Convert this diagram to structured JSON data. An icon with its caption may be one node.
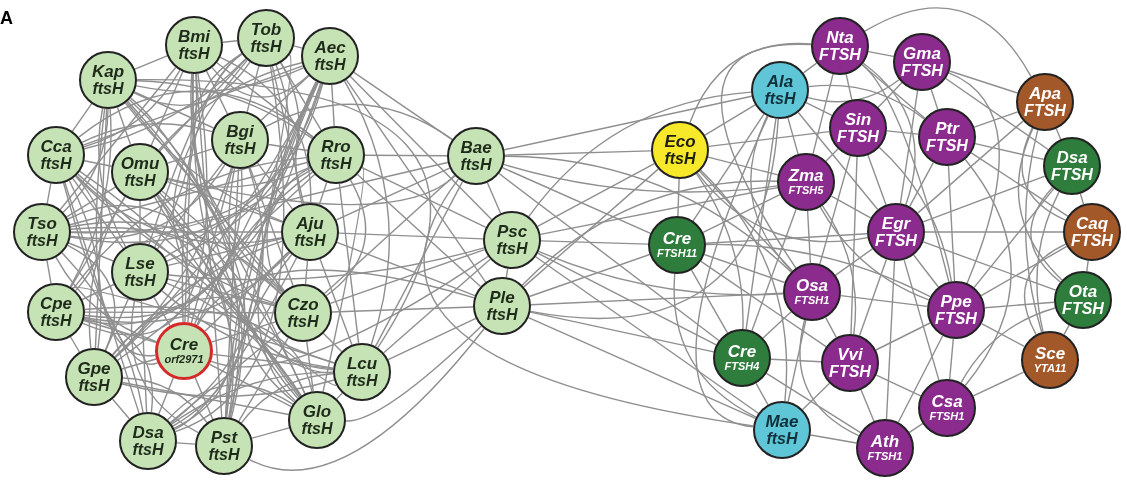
{
  "diagram": {
    "nodes": [
      {
        "text": [
          "Bmi",
          "ftsH"
        ]
      },
      {
        "text": [
          "Tob",
          "ftsH"
        ]
      },
      {
        "text": [
          "Aec",
          "ftsH"
        ]
      },
      {
        "text": [
          "Kap",
          "ftsH"
        ]
      },
      {
        "text": [
          "Bgi",
          "ftsH"
        ]
      },
      {
        "text": [
          "Rro",
          "ftsH"
        ]
      },
      {
        "text": [
          "Cca",
          "ftsH"
        ]
      },
      {
        "text": [
          "Omu",
          "ftsH"
        ]
      },
      {
        "text": [
          "Tso",
          "ftsH"
        ]
      },
      {
        "text": [
          "Aju",
          "ftsH"
        ]
      },
      {
        "text": [
          "Lse",
          "ftsH"
        ]
      },
      {
        "text": [
          "Cpe",
          "ftsH"
        ]
      },
      {
        "text": [
          "Czo",
          "ftsH"
        ]
      },
      {
        "text": [
          "Cre",
          "orf2971"
        ]
      },
      {
        "text": [
          "Lcu",
          "ftsH"
        ]
      },
      {
        "text": [
          "Gpe",
          "ftsH"
        ]
      },
      {
        "text": [
          "Glo",
          "ftsH"
        ]
      },
      {
        "text": [
          "Dsa",
          "ftsH"
        ]
      },
      {
        "text": [
          "Pst",
          "ftsH"
        ]
      },
      {
        "text": [
          "Bae",
          "ftsH"
        ]
      },
      {
        "text": [
          "Psc",
          "ftsH"
        ]
      },
      {
        "text": [
          "Ple",
          "ftsH"
        ]
      },
      {
        "text": [
          "Eco",
          "ftsH"
        ]
      },
      {
        "text": [
          "Cre",
          "FTSH11"
        ]
      },
      {
        "text": [
          "Ala",
          "ftsH"
        ]
      },
      {
        "text": [
          "Nta",
          "FTSH"
        ]
      },
      {
        "text": [
          "Gma",
          "FTSH"
        ]
      },
      {
        "text": [
          "Sin",
          "FTSH"
        ]
      },
      {
        "text": [
          "Ptr",
          "FTSH"
        ]
      },
      {
        "text": [
          "Apa",
          "FTSH"
        ]
      },
      {
        "text": [
          "Zma",
          "FTSH5"
        ]
      },
      {
        "text": [
          "Dsa",
          "FTSH"
        ]
      },
      {
        "text": [
          "Egr",
          "FTSH"
        ]
      },
      {
        "text": [
          "Caq",
          "FTSH"
        ]
      },
      {
        "text": [
          "Osa",
          "FTSH1"
        ]
      },
      {
        "text": [
          "Ota",
          "FTSH"
        ]
      },
      {
        "text": [
          "Ppe",
          "FTSH"
        ]
      },
      {
        "text": [
          "Cre",
          "FTSH4"
        ]
      },
      {
        "text": [
          "Vvi",
          "FTSH"
        ]
      },
      {
        "text": [
          "Sce",
          "YTA11"
        ]
      },
      {
        "text": [
          "Mae",
          "ftsH"
        ]
      },
      {
        "text": [
          "Csa",
          "FTSH1"
        ]
      },
      {
        "text": [
          "Ath",
          "FTSH1"
        ]
      }
    ],
    "edges": [
      {
        "from": 0,
        "to": 1,
        "arrow": "none"
      },
      {
        "from": 0,
        "to": 2,
        "arrow": "none"
      },
      {
        "from": 0,
        "to": 3,
        "arrow": "none"
      },
      {
        "from": 0,
        "to": 4,
        "arrow": "none"
      },
      {
        "from": 0,
        "to": 5,
        "arrow": "none"
      },
      {
        "from": 0,
        "to": 6,
        "arrow": "none"
      },
      {
        "from": 0,
        "to": 7,
        "arrow": "none"
      },
      {
        "from": 0,
        "to": 8,
        "arrow": "none"
      },
      {
        "from": 0,
        "to": 9,
        "arrow": "none"
      },
      {
        "from": 0,
        "to": 10,
        "arrow": "none"
      },
      {
        "from": 0,
        "to": 11,
        "arrow": "none"
      },
      {
        "from": 0,
        "to": 12,
        "arrow": "none"
      },
      {
        "from": 0,
        "to": 13,
        "arrow": "none"
      },
      {
        "from": 0,
        "to": 14,
        "arrow": "none"
      },
      {
        "from": 0,
        "to": 16,
        "arrow": "none"
      },
      {
        "from": 0,
        "to": 18,
        "arrow": "none"
      },
      {
        "from": 1,
        "to": 2,
        "arrow": "none"
      },
      {
        "from": 1,
        "to": 3,
        "arrow": "none"
      },
      {
        "from": 1,
        "to": 4,
        "arrow": "none"
      },
      {
        "from": 1,
        "to": 5,
        "arrow": "none"
      },
      {
        "from": 1,
        "to": 6,
        "arrow": "none"
      },
      {
        "from": 1,
        "to": 7,
        "arrow": "none"
      },
      {
        "from": 1,
        "to": 8,
        "arrow": "none"
      },
      {
        "from": 1,
        "to": 9,
        "arrow": "none"
      },
      {
        "from": 1,
        "to": 10,
        "arrow": "none"
      },
      {
        "from": 1,
        "to": 12,
        "arrow": "none"
      },
      {
        "from": 1,
        "to": 13,
        "arrow": "none"
      },
      {
        "from": 1,
        "to": 14,
        "arrow": "none"
      },
      {
        "from": 1,
        "to": 15,
        "arrow": "none"
      },
      {
        "from": 1,
        "to": 17,
        "arrow": "none"
      },
      {
        "from": 1,
        "to": 18,
        "arrow": "none"
      },
      {
        "from": 2,
        "to": 3,
        "arrow": "none"
      },
      {
        "from": 2,
        "to": 4,
        "arrow": "none"
      },
      {
        "from": 2,
        "to": 5,
        "arrow": "none"
      },
      {
        "from": 2,
        "to": 6,
        "arrow": "none"
      },
      {
        "from": 2,
        "to": 7,
        "arrow": "none"
      },
      {
        "from": 2,
        "to": 8,
        "arrow": "none"
      },
      {
        "from": 2,
        "to": 9,
        "arrow": "none"
      },
      {
        "from": 2,
        "to": 10,
        "arrow": "none"
      },
      {
        "from": 2,
        "to": 11,
        "arrow": "none"
      },
      {
        "from": 2,
        "to": 12,
        "arrow": "none"
      },
      {
        "from": 2,
        "to": 13,
        "arrow": "none"
      },
      {
        "from": 2,
        "to": 14,
        "arrow": "none"
      },
      {
        "from": 2,
        "to": 15,
        "arrow": "none"
      },
      {
        "from": 2,
        "to": 16,
        "arrow": "none"
      },
      {
        "from": 2,
        "to": 18,
        "arrow": "none"
      },
      {
        "from": 3,
        "to": 4,
        "arrow": "none"
      },
      {
        "from": 3,
        "to": 5,
        "arrow": "none"
      },
      {
        "from": 3,
        "to": 6,
        "arrow": "none"
      },
      {
        "from": 3,
        "to": 7,
        "arrow": "none"
      },
      {
        "from": 3,
        "to": 8,
        "arrow": "none"
      },
      {
        "from": 3,
        "to": 9,
        "arrow": "none"
      },
      {
        "from": 3,
        "to": 10,
        "arrow": "none"
      },
      {
        "from": 3,
        "to": 11,
        "arrow": "none"
      },
      {
        "from": 3,
        "to": 12,
        "arrow": "none"
      },
      {
        "from": 3,
        "to": 13,
        "arrow": "none"
      },
      {
        "from": 3,
        "to": 14,
        "arrow": "none"
      },
      {
        "from": 3,
        "to": 15,
        "arrow": "none"
      },
      {
        "from": 3,
        "to": 16,
        "arrow": "none"
      },
      {
        "from": 3,
        "to": 17,
        "arrow": "none"
      },
      {
        "from": 3,
        "to": 18,
        "arrow": "none"
      },
      {
        "from": 4,
        "to": 5,
        "arrow": "none"
      },
      {
        "from": 4,
        "to": 6,
        "arrow": "none"
      },
      {
        "from": 4,
        "to": 7,
        "arrow": "none"
      },
      {
        "from": 4,
        "to": 8,
        "arrow": "none"
      },
      {
        "from": 4,
        "to": 9,
        "arrow": "none"
      },
      {
        "from": 4,
        "to": 10,
        "arrow": "none"
      },
      {
        "from": 4,
        "to": 11,
        "arrow": "none"
      },
      {
        "from": 4,
        "to": 12,
        "arrow": "none"
      },
      {
        "from": 4,
        "to": 13,
        "arrow": "none"
      },
      {
        "from": 4,
        "to": 15,
        "arrow": "none"
      },
      {
        "from": 4,
        "to": 16,
        "arrow": "none"
      },
      {
        "from": 4,
        "to": 17,
        "arrow": "none"
      },
      {
        "from": 4,
        "to": 18,
        "arrow": "none"
      },
      {
        "from": 5,
        "to": 6,
        "arrow": "none"
      },
      {
        "from": 5,
        "to": 7,
        "arrow": "none"
      },
      {
        "from": 5,
        "to": 8,
        "arrow": "none"
      },
      {
        "from": 5,
        "to": 9,
        "arrow": "none"
      },
      {
        "from": 5,
        "to": 10,
        "arrow": "none"
      },
      {
        "from": 5,
        "to": 11,
        "arrow": "none"
      },
      {
        "from": 5,
        "to": 12,
        "arrow": "none"
      },
      {
        "from": 5,
        "to": 13,
        "arrow": "none"
      },
      {
        "from": 5,
        "to": 14,
        "arrow": "none"
      },
      {
        "from": 5,
        "to": 15,
        "arrow": "none"
      },
      {
        "from": 5,
        "to": 16,
        "arrow": "none"
      },
      {
        "from": 5,
        "to": 18,
        "arrow": "none"
      },
      {
        "from": 6,
        "to": 7,
        "arrow": "none"
      },
      {
        "from": 6,
        "to": 8,
        "arrow": "none"
      },
      {
        "from": 6,
        "to": 9,
        "arrow": "none"
      },
      {
        "from": 6,
        "to": 10,
        "arrow": "none"
      },
      {
        "from": 6,
        "to": 11,
        "arrow": "none"
      },
      {
        "from": 6,
        "to": 12,
        "arrow": "none"
      },
      {
        "from": 6,
        "to": 13,
        "arrow": "none"
      },
      {
        "from": 6,
        "to": 14,
        "arrow": "none"
      },
      {
        "from": 6,
        "to": 15,
        "arrow": "none"
      },
      {
        "from": 6,
        "to": 16,
        "arrow": "none"
      },
      {
        "from": 6,
        "to": 17,
        "arrow": "none"
      },
      {
        "from": 7,
        "to": 8,
        "arrow": "none"
      },
      {
        "from": 7,
        "to": 9,
        "arrow": "none"
      },
      {
        "from": 7,
        "to": 10,
        "arrow": "none"
      },
      {
        "from": 7,
        "to": 11,
        "arrow": "none"
      },
      {
        "from": 7,
        "to": 12,
        "arrow": "none"
      },
      {
        "from": 7,
        "to": 13,
        "arrow": "none"
      },
      {
        "from": 7,
        "to": 14,
        "arrow": "none"
      },
      {
        "from": 7,
        "to": 15,
        "arrow": "none"
      },
      {
        "from": 7,
        "to": 16,
        "arrow": "none"
      },
      {
        "from": 7,
        "to": 17,
        "arrow": "none"
      },
      {
        "from": 7,
        "to": 18,
        "arrow": "none"
      },
      {
        "from": 8,
        "to": 9,
        "arrow": "none"
      },
      {
        "from": 8,
        "to": 10,
        "arrow": "none"
      },
      {
        "from": 8,
        "to": 11,
        "arrow": "none"
      },
      {
        "from": 8,
        "to": 12,
        "arrow": "none"
      },
      {
        "from": 8,
        "to": 13,
        "arrow": "none"
      },
      {
        "from": 8,
        "to": 15,
        "arrow": "none"
      },
      {
        "from": 8,
        "to": 16,
        "arrow": "none"
      },
      {
        "from": 8,
        "to": 17,
        "arrow": "none"
      },
      {
        "from": 8,
        "to": 18,
        "arrow": "none"
      },
      {
        "from": 9,
        "to": 10,
        "arrow": "none"
      },
      {
        "from": 9,
        "to": 11,
        "arrow": "none"
      },
      {
        "from": 9,
        "to": 12,
        "arrow": "none"
      },
      {
        "from": 9,
        "to": 13,
        "arrow": "none"
      },
      {
        "from": 9,
        "to": 14,
        "arrow": "none"
      },
      {
        "from": 9,
        "to": 15,
        "arrow": "none"
      },
      {
        "from": 9,
        "to": 16,
        "arrow": "none"
      },
      {
        "from": 9,
        "to": 17,
        "arrow": "none"
      },
      {
        "from": 9,
        "to": 18,
        "arrow": "none"
      },
      {
        "from": 10,
        "to": 11,
        "arrow": "none"
      },
      {
        "from": 10,
        "to": 12,
        "arrow": "none"
      },
      {
        "from": 10,
        "to": 13,
        "arrow": "none"
      },
      {
        "from": 10,
        "to": 14,
        "arrow": "none"
      },
      {
        "from": 10,
        "to": 15,
        "arrow": "none"
      },
      {
        "from": 10,
        "to": 16,
        "arrow": "none"
      },
      {
        "from": 10,
        "to": 17,
        "arrow": "none"
      },
      {
        "from": 10,
        "to": 18,
        "arrow": "none"
      },
      {
        "from": 11,
        "to": 12,
        "arrow": "none"
      },
      {
        "from": 11,
        "to": 13,
        "arrow": "none"
      },
      {
        "from": 11,
        "to": 14,
        "arrow": "none"
      },
      {
        "from": 11,
        "to": 15,
        "arrow": "none"
      },
      {
        "from": 11,
        "to": 16,
        "arrow": "none"
      },
      {
        "from": 11,
        "to": 17,
        "arrow": "none"
      },
      {
        "from": 12,
        "to": 13,
        "arrow": "none"
      },
      {
        "from": 12,
        "to": 14,
        "arrow": "none"
      },
      {
        "from": 12,
        "to": 15,
        "arrow": "none"
      },
      {
        "from": 12,
        "to": 16,
        "arrow": "none"
      },
      {
        "from": 12,
        "to": 17,
        "arrow": "none"
      },
      {
        "from": 12,
        "to": 18,
        "arrow": "none"
      },
      {
        "from": 13,
        "to": 14,
        "arrow": "none"
      },
      {
        "from": 13,
        "to": 15,
        "arrow": "none"
      },
      {
        "from": 13,
        "to": 16,
        "arrow": "none"
      },
      {
        "from": 13,
        "to": 17,
        "arrow": "none"
      },
      {
        "from": 13,
        "to": 18,
        "arrow": "none"
      },
      {
        "from": 14,
        "to": 15,
        "arrow": "none"
      },
      {
        "from": 14,
        "to": 16,
        "arrow": "none"
      },
      {
        "from": 14,
        "to": 17,
        "arrow": "none"
      },
      {
        "from": 14,
        "to": 18,
        "arrow": "none"
      },
      {
        "from": 15,
        "to": 16,
        "arrow": "none"
      },
      {
        "from": 15,
        "to": 17,
        "arrow": "none"
      },
      {
        "from": 15,
        "to": 18,
        "arrow": "none"
      },
      {
        "from": 16,
        "to": 17,
        "arrow": "none"
      },
      {
        "from": 16,
        "to": 18,
        "arrow": "none"
      },
      {
        "from": 17,
        "to": 18,
        "arrow": "none"
      },
      {
        "from": 2,
        "to": 19,
        "arrow": "none"
      },
      {
        "from": 5,
        "to": 19,
        "arrow": "none"
      },
      {
        "from": 9,
        "to": 19,
        "arrow": "none"
      },
      {
        "from": 12,
        "to": 19,
        "arrow": "none"
      },
      {
        "from": 14,
        "to": 19,
        "arrow": "none"
      },
      {
        "from": 4,
        "to": 19,
        "arrow": "none"
      },
      {
        "from": 7,
        "to": 19,
        "arrow": "none"
      },
      {
        "from": 10,
        "to": 19,
        "arrow": "none"
      },
      {
        "from": 2,
        "to": 20,
        "arrow": "none"
      },
      {
        "from": 5,
        "to": 20,
        "arrow": "none"
      },
      {
        "from": 9,
        "to": 20,
        "arrow": "none"
      },
      {
        "from": 12,
        "to": 20,
        "arrow": "none"
      },
      {
        "from": 14,
        "to": 20,
        "arrow": "none"
      },
      {
        "from": 13,
        "to": 20,
        "arrow": "none"
      },
      {
        "from": 10,
        "to": 20,
        "arrow": "none"
      },
      {
        "from": 2,
        "to": 21,
        "arrow": "none"
      },
      {
        "from": 5,
        "to": 21,
        "arrow": "none"
      },
      {
        "from": 9,
        "to": 21,
        "arrow": "none"
      },
      {
        "from": 12,
        "to": 21,
        "arrow": "none"
      },
      {
        "from": 14,
        "to": 21,
        "arrow": "none"
      },
      {
        "from": 16,
        "to": 21,
        "arrow": "none"
      },
      {
        "from": 13,
        "to": 21,
        "arrow": "none"
      },
      {
        "from": 18,
        "to": 21,
        "arrow": "none"
      },
      {
        "from": 19,
        "to": 20,
        "arrow": "none"
      },
      {
        "from": 20,
        "to": 21,
        "arrow": "none"
      },
      {
        "from": 19,
        "to": 22,
        "arrow": "none"
      },
      {
        "from": 19,
        "to": 23,
        "arrow": "none"
      },
      {
        "from": 19,
        "to": 24,
        "arrow": "none"
      },
      {
        "from": 19,
        "to": 30,
        "arrow": "none"
      },
      {
        "from": 19,
        "to": 34,
        "arrow": "none"
      },
      {
        "from": 19,
        "to": 37,
        "arrow": "none"
      },
      {
        "from": 19,
        "to": 40,
        "arrow": "none"
      },
      {
        "from": 20,
        "to": 22,
        "arrow": "none"
      },
      {
        "from": 20,
        "to": 23,
        "arrow": "none"
      },
      {
        "from": 20,
        "to": 24,
        "arrow": "none"
      },
      {
        "from": 20,
        "to": 30,
        "arrow": "none"
      },
      {
        "from": 20,
        "to": 34,
        "arrow": "none"
      },
      {
        "from": 20,
        "to": 37,
        "arrow": "none"
      },
      {
        "from": 20,
        "to": 40,
        "arrow": "none"
      },
      {
        "from": 21,
        "to": 22,
        "arrow": "none"
      },
      {
        "from": 21,
        "to": 23,
        "arrow": "none"
      },
      {
        "from": 21,
        "to": 24,
        "arrow": "none"
      },
      {
        "from": 21,
        "to": 30,
        "arrow": "none"
      },
      {
        "from": 21,
        "to": 34,
        "arrow": "none"
      },
      {
        "from": 21,
        "to": 37,
        "arrow": "none"
      },
      {
        "from": 21,
        "to": 40,
        "arrow": "none"
      },
      {
        "from": 22,
        "to": 23,
        "arrow": "none"
      },
      {
        "from": 22,
        "to": 24,
        "arrow": "none"
      },
      {
        "from": 22,
        "to": 25,
        "arrow": "none"
      },
      {
        "from": 22,
        "to": 27,
        "arrow": "none"
      },
      {
        "from": 22,
        "to": 30,
        "arrow": "none"
      },
      {
        "from": 22,
        "to": 32,
        "arrow": "none"
      },
      {
        "from": 22,
        "to": 34,
        "arrow": "none"
      },
      {
        "from": 22,
        "to": 37,
        "arrow": "none"
      },
      {
        "from": 22,
        "to": 40,
        "arrow": "none"
      },
      {
        "from": 23,
        "to": 24,
        "arrow": "none"
      },
      {
        "from": 23,
        "to": 30,
        "arrow": "none"
      },
      {
        "from": 23,
        "to": 32,
        "arrow": "none"
      },
      {
        "from": 23,
        "to": 34,
        "arrow": "none"
      },
      {
        "from": 23,
        "to": 36,
        "arrow": "none"
      },
      {
        "from": 23,
        "to": 37,
        "arrow": "none"
      },
      {
        "from": 23,
        "to": 38,
        "arrow": "none"
      },
      {
        "from": 23,
        "to": 40,
        "arrow": "none"
      },
      {
        "from": 24,
        "to": 25,
        "arrow": "none"
      },
      {
        "from": 24,
        "to": 26,
        "arrow": "none"
      },
      {
        "from": 24,
        "to": 27,
        "arrow": "none"
      },
      {
        "from": 24,
        "to": 28,
        "arrow": "none"
      },
      {
        "from": 24,
        "to": 30,
        "arrow": "none"
      },
      {
        "from": 24,
        "to": 32,
        "arrow": "none"
      },
      {
        "from": 24,
        "to": 34,
        "arrow": "none"
      },
      {
        "from": 24,
        "to": 37,
        "arrow": "none"
      },
      {
        "from": 24,
        "to": 40,
        "arrow": "none"
      },
      {
        "from": 25,
        "to": 26,
        "arrow": "none"
      },
      {
        "from": 25,
        "to": 27,
        "arrow": "none"
      },
      {
        "from": 25,
        "to": 28,
        "arrow": "none"
      },
      {
        "from": 25,
        "to": 29,
        "arrow": "none"
      },
      {
        "from": 25,
        "to": 30,
        "arrow": "none"
      },
      {
        "from": 25,
        "to": 32,
        "arrow": "none"
      },
      {
        "from": 25,
        "to": 34,
        "arrow": "none"
      },
      {
        "from": 25,
        "to": 36,
        "arrow": "none"
      },
      {
        "from": 26,
        "to": 27,
        "arrow": "none"
      },
      {
        "from": 26,
        "to": 28,
        "arrow": "none"
      },
      {
        "from": 26,
        "to": 29,
        "arrow": "none"
      },
      {
        "from": 26,
        "to": 31,
        "arrow": "none"
      },
      {
        "from": 26,
        "to": 32,
        "arrow": "none"
      },
      {
        "from": 26,
        "to": 36,
        "arrow": "none"
      },
      {
        "from": 27,
        "to": 28,
        "arrow": "none"
      },
      {
        "from": 27,
        "to": 30,
        "arrow": "none"
      },
      {
        "from": 27,
        "to": 32,
        "arrow": "none"
      },
      {
        "from": 27,
        "to": 34,
        "arrow": "none"
      },
      {
        "from": 27,
        "to": 36,
        "arrow": "none"
      },
      {
        "from": 27,
        "to": 38,
        "arrow": "none"
      },
      {
        "from": 28,
        "to": 29,
        "arrow": "none"
      },
      {
        "from": 28,
        "to": 31,
        "arrow": "none"
      },
      {
        "from": 28,
        "to": 32,
        "arrow": "none"
      },
      {
        "from": 28,
        "to": 33,
        "arrow": "none"
      },
      {
        "from": 28,
        "to": 36,
        "arrow": "none"
      },
      {
        "from": 28,
        "to": 41,
        "arrow": "none"
      },
      {
        "from": 29,
        "to": 31,
        "arrow": "none"
      },
      {
        "from": 29,
        "to": 32,
        "arrow": "none"
      },
      {
        "from": 29,
        "to": 33,
        "arrow": "none"
      },
      {
        "from": 29,
        "to": 35,
        "arrow": "none"
      },
      {
        "from": 29,
        "to": 39,
        "arrow": "none"
      },
      {
        "from": 30,
        "to": 32,
        "arrow": "none"
      },
      {
        "from": 30,
        "to": 34,
        "arrow": "none"
      },
      {
        "from": 30,
        "to": 36,
        "arrow": "none"
      },
      {
        "from": 30,
        "to": 37,
        "arrow": "none"
      },
      {
        "from": 30,
        "to": 38,
        "arrow": "none"
      },
      {
        "from": 31,
        "to": 32,
        "arrow": "none"
      },
      {
        "from": 31,
        "to": 33,
        "arrow": "none"
      },
      {
        "from": 31,
        "to": 35,
        "arrow": "none"
      },
      {
        "from": 31,
        "to": 36,
        "arrow": "none"
      },
      {
        "from": 31,
        "to": 39,
        "arrow": "none"
      },
      {
        "from": 32,
        "to": 33,
        "arrow": "none"
      },
      {
        "from": 32,
        "to": 34,
        "arrow": "none"
      },
      {
        "from": 32,
        "to": 35,
        "arrow": "none"
      },
      {
        "from": 32,
        "to": 36,
        "arrow": "none"
      },
      {
        "from": 32,
        "to": 38,
        "arrow": "none"
      },
      {
        "from": 32,
        "to": 41,
        "arrow": "none"
      },
      {
        "from": 32,
        "to": 42,
        "arrow": "none"
      },
      {
        "from": 33,
        "to": 35,
        "arrow": "none"
      },
      {
        "from": 33,
        "to": 36,
        "arrow": "none"
      },
      {
        "from": 33,
        "to": 39,
        "arrow": "none"
      },
      {
        "from": 34,
        "to": 36,
        "arrow": "none"
      },
      {
        "from": 34,
        "to": 37,
        "arrow": "none"
      },
      {
        "from": 34,
        "to": 38,
        "arrow": "none"
      },
      {
        "from": 34,
        "to": 40,
        "arrow": "none"
      },
      {
        "from": 34,
        "to": 42,
        "arrow": "none"
      },
      {
        "from": 35,
        "to": 36,
        "arrow": "none"
      },
      {
        "from": 35,
        "to": 39,
        "arrow": "none"
      },
      {
        "from": 35,
        "to": 41,
        "arrow": "none"
      },
      {
        "from": 36,
        "to": 38,
        "arrow": "none"
      },
      {
        "from": 36,
        "to": 39,
        "arrow": "none"
      },
      {
        "from": 36,
        "to": 41,
        "arrow": "none"
      },
      {
        "from": 36,
        "to": 42,
        "arrow": "none"
      },
      {
        "from": 37,
        "to": 38,
        "arrow": "none"
      },
      {
        "from": 37,
        "to": 40,
        "arrow": "none"
      },
      {
        "from": 37,
        "to": 42,
        "arrow": "none"
      },
      {
        "from": 38,
        "to": 40,
        "arrow": "none"
      },
      {
        "from": 38,
        "to": 41,
        "arrow": "none"
      },
      {
        "from": 38,
        "to": 42,
        "arrow": "none"
      },
      {
        "from": 39,
        "to": 41,
        "arrow": "none"
      },
      {
        "from": 40,
        "to": 42,
        "arrow": "none"
      },
      {
        "from": 41,
        "to": 42,
        "arrow": "none"
      }
    ],
    "labels": [
      "A"
    ]
  }
}
